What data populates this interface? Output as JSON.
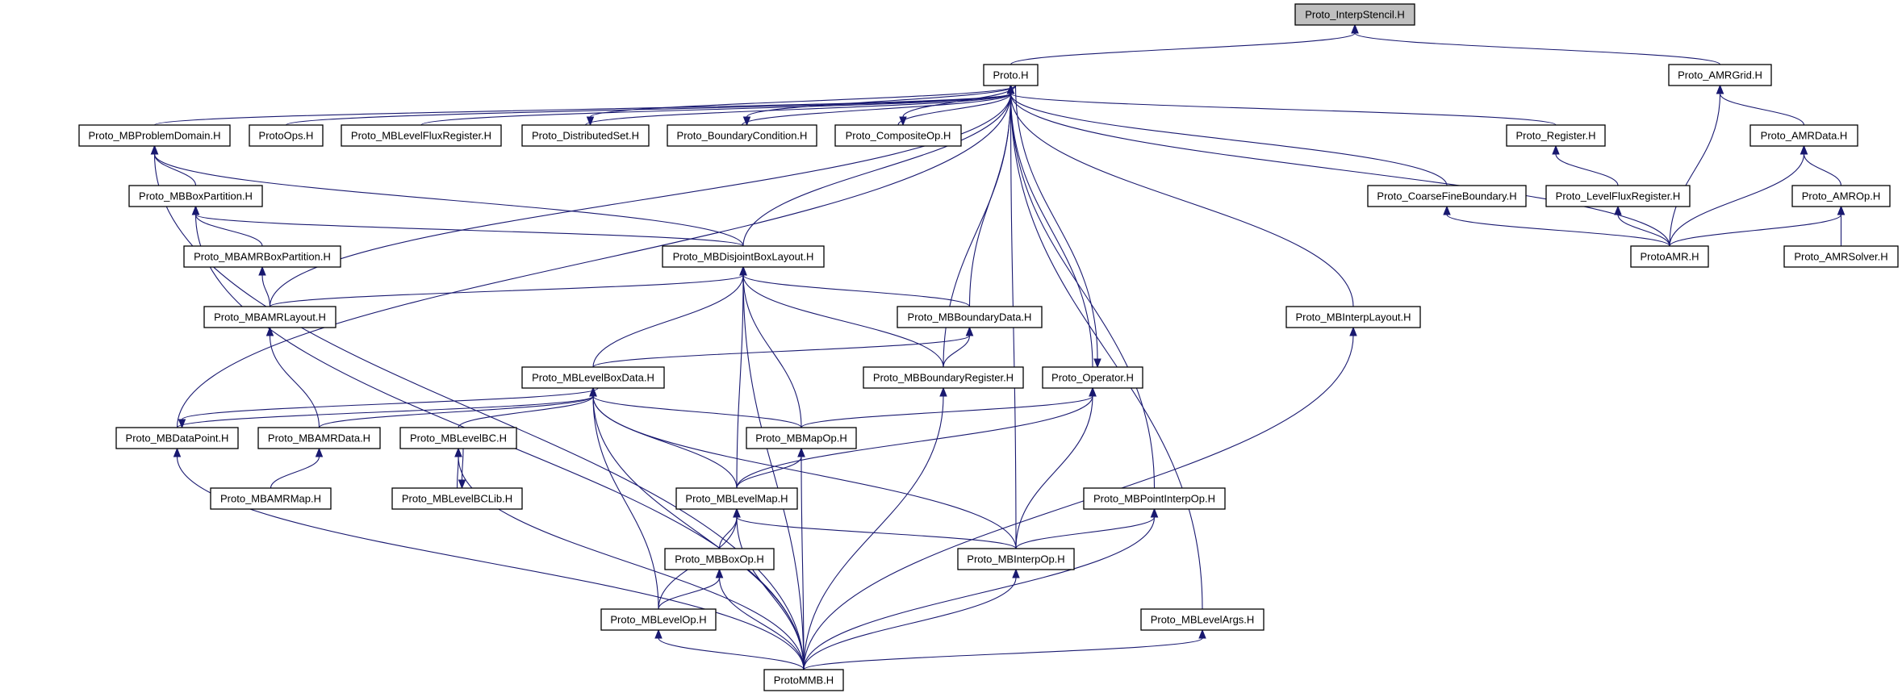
{
  "graph": {
    "type": "include-dependency-graph",
    "root": "interpstencil",
    "colors": {
      "edge": "#191970",
      "root_fill": "#bfbfbf",
      "node_fill": "#ffffff"
    },
    "nodes": {
      "interpstencil": "Proto_InterpStencil.H",
      "proto": "Proto.H",
      "amrgrid": "Proto_AMRGrid.H",
      "mbproblemdomain": "Proto_MBProblemDomain.H",
      "protoops": "ProtoOps.H",
      "mblevelfluxregister": "Proto_MBLevelFluxRegister.H",
      "distributedset": "Proto_DistributedSet.H",
      "boundarycondition": "Proto_BoundaryCondition.H",
      "compositeop": "Proto_CompositeOp.H",
      "register": "Proto_Register.H",
      "amrdata": "Proto_AMRData.H",
      "mbboxpartition": "Proto_MBBoxPartition.H",
      "coarsefineboundary": "Proto_CoarseFineBoundary.H",
      "levelfluxregister": "Proto_LevelFluxRegister.H",
      "amrop": "Proto_AMROp.H",
      "mbamrboxpartition": "Proto_MBAMRBoxPartition.H",
      "mbdisjointboxlayout": "Proto_MBDisjointBoxLayout.H",
      "protoamr": "ProtoAMR.H",
      "amrsolver": "Proto_AMRSolver.H",
      "mbamrlayout": "Proto_MBAMRLayout.H",
      "mbboundarydata": "Proto_MBBoundaryData.H",
      "mbinterplayout": "Proto_MBInterpLayout.H",
      "mblevelboxdata": "Proto_MBLevelBoxData.H",
      "mbboundaryregister": "Proto_MBBoundaryRegister.H",
      "operator": "Proto_Operator.H",
      "mbdatapoint": "Proto_MBDataPoint.H",
      "mbamrdata": "Proto_MBAMRData.H",
      "mblevelbc": "Proto_MBLevelBC.H",
      "mbmapop": "Proto_MBMapOp.H",
      "mbamrmap": "Proto_MBAMRMap.H",
      "mblevelbclib": "Proto_MBLevelBCLib.H",
      "mblevelmap": "Proto_MBLevelMap.H",
      "mbpointinterpop": "Proto_MBPointInterpOp.H",
      "mbboxop": "Proto_MBBoxOp.H",
      "mbinterpop": "Proto_MBInterpOp.H",
      "mblevelop": "Proto_MBLevelOp.H",
      "mblevelargs": "Proto_MBLevelArgs.H",
      "protommb": "ProtoMMB.H"
    },
    "edges": [
      [
        "proto",
        "interpstencil"
      ],
      [
        "amrgrid",
        "interpstencil"
      ],
      [
        "mbproblemdomain",
        "proto"
      ],
      [
        "protoops",
        "proto"
      ],
      [
        "mblevelfluxregister",
        "proto"
      ],
      [
        "distributedset",
        "proto"
      ],
      [
        "proto",
        "distributedset"
      ],
      [
        "boundarycondition",
        "proto"
      ],
      [
        "proto",
        "boundarycondition"
      ],
      [
        "compositeop",
        "proto"
      ],
      [
        "proto",
        "compositeop"
      ],
      [
        "mbdisjointboxlayout",
        "proto"
      ],
      [
        "mbboundarydata",
        "proto"
      ],
      [
        "mbboundaryregister",
        "proto"
      ],
      [
        "operator",
        "proto"
      ],
      [
        "proto",
        "operator"
      ],
      [
        "mbinterpop",
        "proto"
      ],
      [
        "mbpointinterpop",
        "proto"
      ],
      [
        "mblevelargs",
        "proto"
      ],
      [
        "mbinterplayout",
        "proto"
      ],
      [
        "coarsefineboundary",
        "proto"
      ],
      [
        "register",
        "proto"
      ],
      [
        "protoamr",
        "proto"
      ],
      [
        "mbamrlayout",
        "proto"
      ],
      [
        "mbdatapoint",
        "proto"
      ],
      [
        "mbboxpartition",
        "mbproblemdomain"
      ],
      [
        "mbdisjointboxlayout",
        "mbproblemdomain"
      ],
      [
        "protommb",
        "mbproblemdomain"
      ],
      [
        "mbdisjointboxlayout",
        "mbboxpartition"
      ],
      [
        "mbamrboxpartition",
        "mbboxpartition"
      ],
      [
        "protommb",
        "mbboxpartition"
      ],
      [
        "mbamrlayout",
        "mbamrboxpartition"
      ],
      [
        "mbamrlayout",
        "mbdisjointboxlayout"
      ],
      [
        "mblevelboxdata",
        "mbdisjointboxlayout"
      ],
      [
        "mbboundarydata",
        "mbdisjointboxlayout"
      ],
      [
        "mbboundaryregister",
        "mbdisjointboxlayout"
      ],
      [
        "mblevelmap",
        "mbdisjointboxlayout"
      ],
      [
        "mbmapop",
        "mbdisjointboxlayout"
      ],
      [
        "protommb",
        "mbdisjointboxlayout"
      ],
      [
        "mblevelboxdata",
        "mbboundarydata"
      ],
      [
        "mbboundaryregister",
        "mbboundarydata"
      ],
      [
        "mbdatapoint",
        "mblevelboxdata"
      ],
      [
        "mblevelboxdata",
        "mbdatapoint"
      ],
      [
        "mbamrdata",
        "mblevelboxdata"
      ],
      [
        "mbamrdata",
        "mbamrlayout"
      ],
      [
        "mblevelbc",
        "mblevelboxdata"
      ],
      [
        "mbmapop",
        "mblevelboxdata"
      ],
      [
        "mblevelmap",
        "mblevelboxdata"
      ],
      [
        "mblevelop",
        "mblevelboxdata"
      ],
      [
        "mbinterpop",
        "mblevelboxdata"
      ],
      [
        "protommb",
        "mblevelboxdata"
      ],
      [
        "mbamrmap",
        "mbamrdata"
      ],
      [
        "protommb",
        "mbdatapoint"
      ],
      [
        "mblevelbclib",
        "mblevelbc"
      ],
      [
        "mblevelbc",
        "mblevelbclib"
      ],
      [
        "protommb",
        "mblevelbc"
      ],
      [
        "mblevelmap",
        "mbmapop"
      ],
      [
        "protommb",
        "mbmapop"
      ],
      [
        "mbmapop",
        "operator"
      ],
      [
        "mblevelmap",
        "operator"
      ],
      [
        "mbinterpop",
        "operator"
      ],
      [
        "mbboxop",
        "mblevelmap"
      ],
      [
        "mblevelop",
        "mblevelmap"
      ],
      [
        "mbinterpop",
        "mblevelmap"
      ],
      [
        "protommb",
        "mblevelmap"
      ],
      [
        "mblevelop",
        "mbboxop"
      ],
      [
        "protommb",
        "mbboxop"
      ],
      [
        "protommb",
        "mblevelop"
      ],
      [
        "protommb",
        "mbboundaryregister"
      ],
      [
        "protommb",
        "mbinterpop"
      ],
      [
        "mbinterpop",
        "mbpointinterpop"
      ],
      [
        "protommb",
        "mbpointinterpop"
      ],
      [
        "protommb",
        "mblevelargs"
      ],
      [
        "protommb",
        "mbinterplayout"
      ],
      [
        "levelfluxregister",
        "register"
      ],
      [
        "protoamr",
        "amrgrid"
      ],
      [
        "amrdata",
        "amrgrid"
      ],
      [
        "protoamr",
        "amrdata"
      ],
      [
        "amrop",
        "amrdata"
      ],
      [
        "protoamr",
        "amrop"
      ],
      [
        "amrsolver",
        "amrop"
      ],
      [
        "protoamr",
        "coarsefineboundary"
      ],
      [
        "protoamr",
        "levelfluxregister"
      ]
    ]
  }
}
